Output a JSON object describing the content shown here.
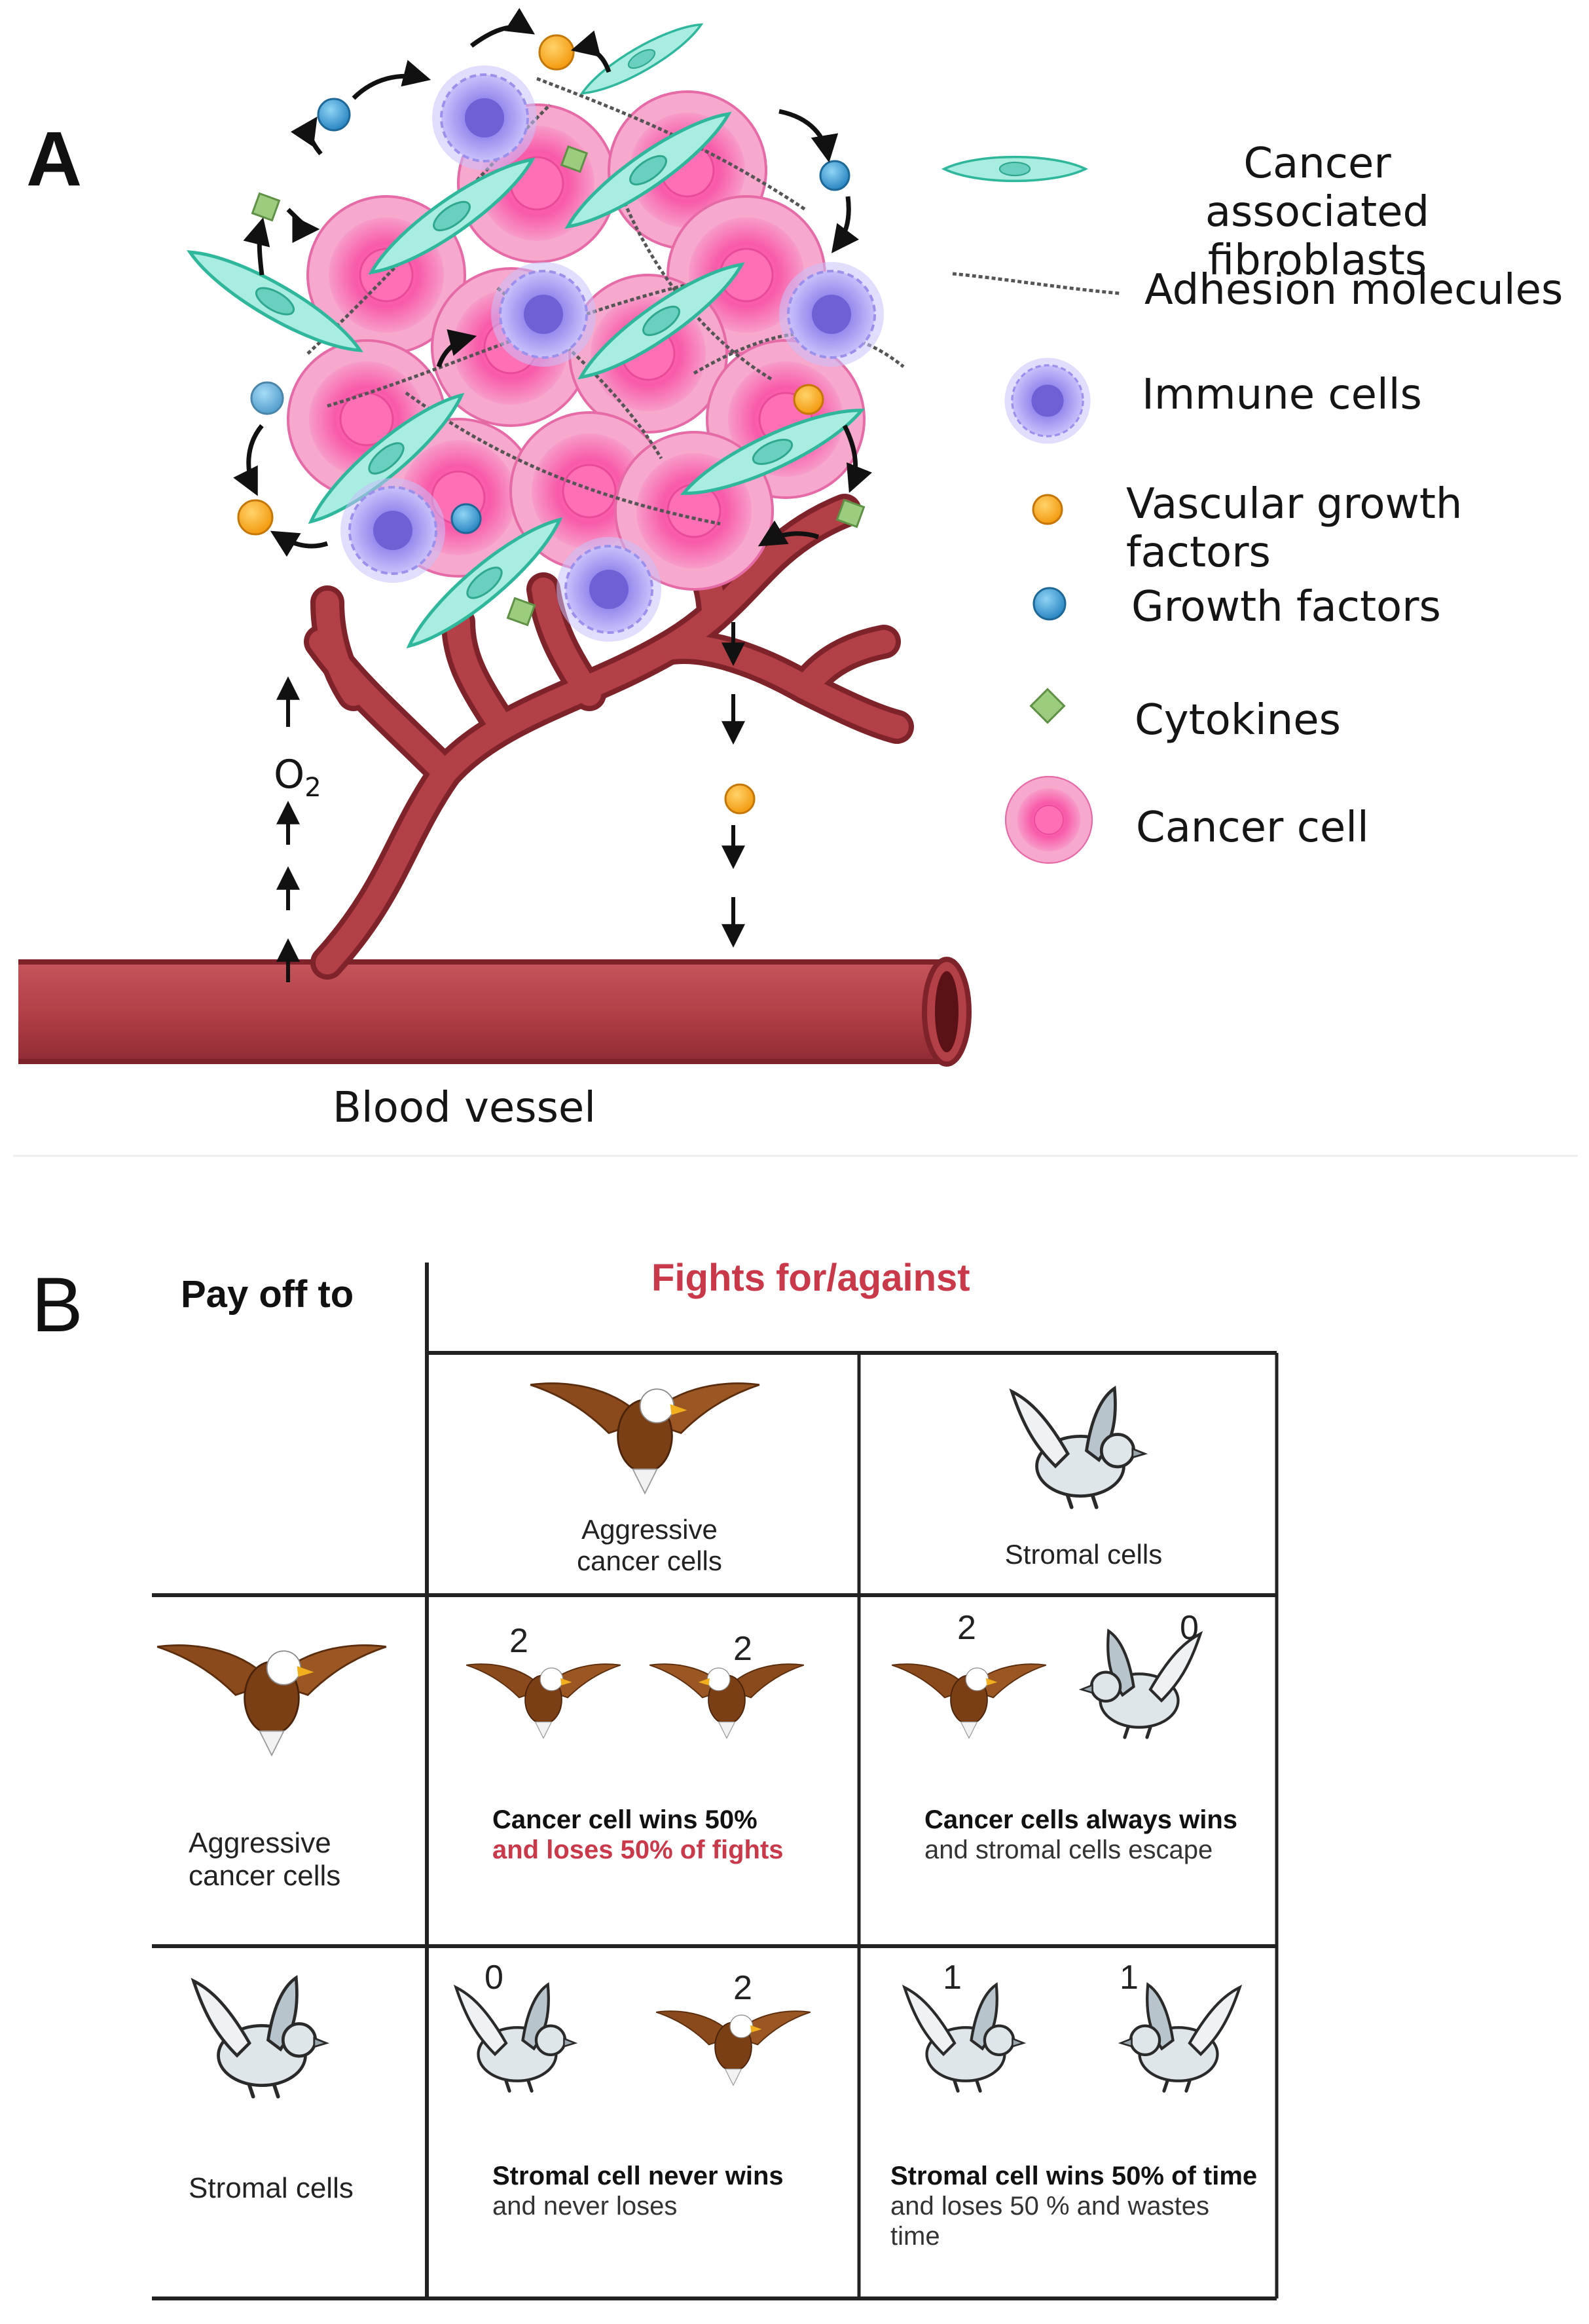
{
  "panel_a": {
    "letter": "A",
    "o2_label": "O",
    "o2_sub": "2",
    "vessel_label": "Blood vessel",
    "legend": [
      {
        "icon": "fibroblast-icon",
        "label": "Cancer associated\nfibroblasts"
      },
      {
        "icon": "adhesion-molecule-icon",
        "label": "Adhesion molecules"
      },
      {
        "icon": "immune-cell-icon",
        "label": "Immune cells"
      },
      {
        "icon": "vascular-growth-factor-icon",
        "label": "Vascular growth factors"
      },
      {
        "icon": "growth-factor-icon",
        "label": "Growth factors"
      },
      {
        "icon": "cytokine-icon",
        "label": "Cytokines"
      },
      {
        "icon": "cancer-cell-icon",
        "label": "Cancer cell"
      }
    ],
    "colors": {
      "cancer_cell": "#f47ab5",
      "fibroblast": "#9ee3d6",
      "immune_cell": "#a89cf0",
      "vascular_growth_factor": "#f5a623",
      "growth_factor": "#3aa4d9",
      "cytokine": "#8fc27a",
      "vessel": "#b7434a"
    }
  },
  "panel_b": {
    "letter": "B",
    "payoff_header": "Pay off to",
    "fights_header": "Fights for/against",
    "col_headers": [
      "Aggressive\ncancer cells",
      "Stromal cells"
    ],
    "row_headers": [
      "Aggressive\ncancer cells",
      "Stromal cells"
    ],
    "cells": [
      {
        "payoffs": [
          "2",
          "2"
        ],
        "line1": "Cancer cell wins 50%",
        "line2": "and loses 50% of fights",
        "line2_style": "red"
      },
      {
        "payoffs": [
          "2",
          "0"
        ],
        "line1": "Cancer cells always wins",
        "line2": "and stromal cells escape",
        "line2_style": "plain"
      },
      {
        "payoffs": [
          "0",
          "2"
        ],
        "line1": "Stromal cell never wins",
        "line2": "and  never loses",
        "line2_style": "plain"
      },
      {
        "payoffs": [
          "1",
          "1"
        ],
        "line1": "Stromal cell wins 50% of time",
        "line2": "and loses 50 %  and wastes\ntime",
        "line2_style": "plain"
      }
    ],
    "colors": {
      "header_red": "#c9394a",
      "eagle_brown": "#8a4a1c",
      "dove": "#dfe6ea"
    }
  }
}
